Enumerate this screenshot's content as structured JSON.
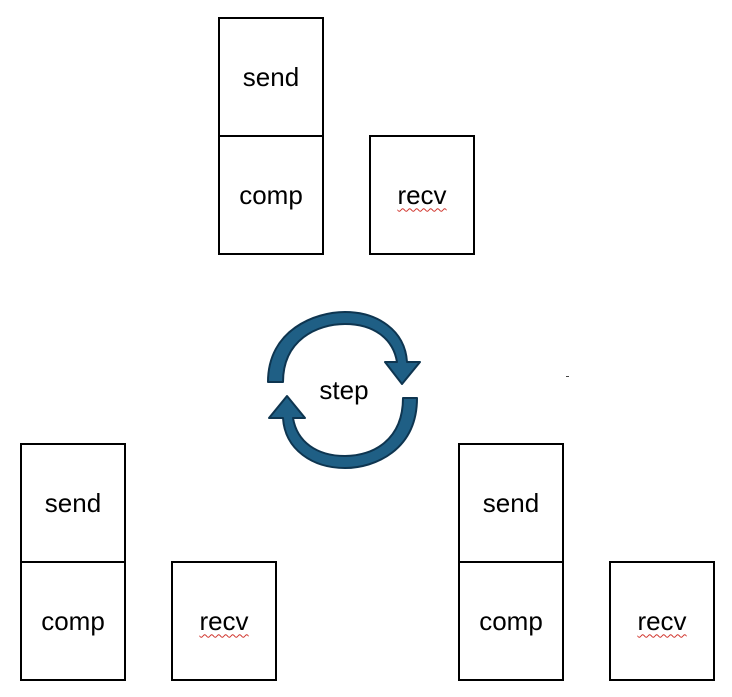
{
  "diagram": {
    "center_label": "step",
    "groups": [
      {
        "id": "top",
        "send": "send",
        "comp": "comp",
        "recv": "recv"
      },
      {
        "id": "left",
        "send": "send",
        "comp": "comp",
        "recv": "recv"
      },
      {
        "id": "right",
        "send": "send",
        "comp": "comp",
        "recv": "recv"
      }
    ],
    "colors": {
      "arrow_fill": "#1f5f85",
      "arrow_stroke": "#0e3550",
      "box_border": "#000000"
    },
    "icon": "circular-arrows-icon"
  }
}
